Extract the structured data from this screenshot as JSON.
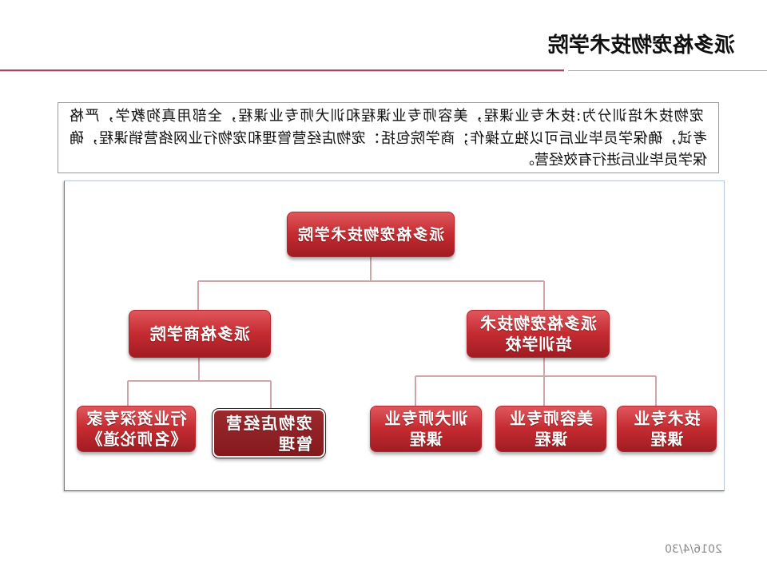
{
  "header": {
    "title": "派多格宠物技术学院"
  },
  "intro": {
    "lines": [
      "宠物技术培训分为:技术专业课程，美容师专业课程和训犬师专业课程，全部用真狗教学，严格",
      "考试，确保学员毕业后可以独立操作；商学院包括：宠物店经营管理和宠物行业网络营销课程，确",
      "保学员毕业后进行有效经营。"
    ]
  },
  "org": {
    "root": "派多格宠物技术学院",
    "business_school": {
      "label": "派多格商学院",
      "children": [
        "行业资深专家\n《名师论道》",
        "宠物店经营\n管理"
      ]
    },
    "training_school": {
      "label": "派多格宠物技术\n培训学校",
      "children": [
        "训犬师专业\n课程",
        "美容师专业\n课程",
        "技术专业\n课程"
      ]
    }
  },
  "footer": {
    "date": "2016/4/30"
  },
  "colors": {
    "node_red": "#c52c32",
    "node_selected": "#84191d",
    "header_rule": "#a8456a",
    "connector": "#cfa6a9"
  }
}
